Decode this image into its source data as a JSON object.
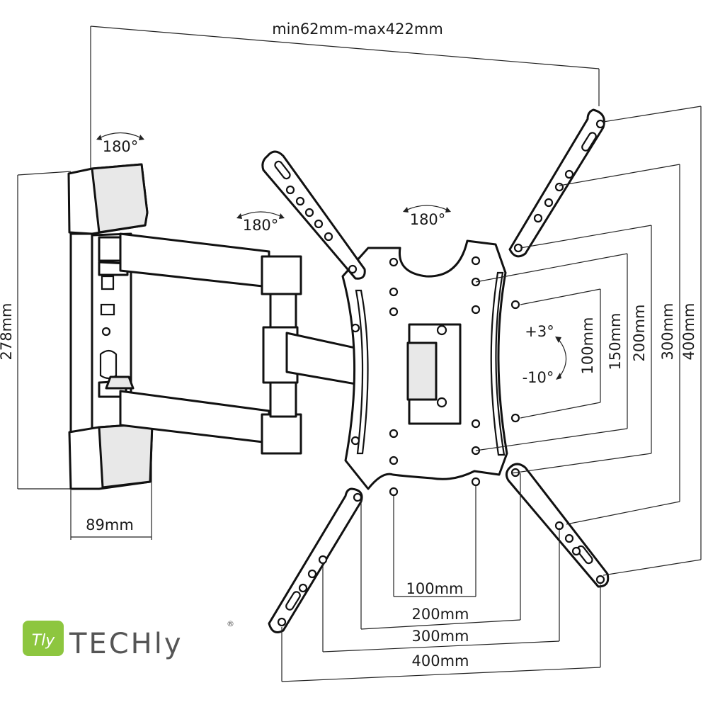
{
  "diagram": {
    "arm_extension": "min62mm-max422mm",
    "wall_plate_height": "278mm",
    "wall_plate_depth": "89mm",
    "rotation_labels": [
      "180°",
      "180°",
      "180°"
    ],
    "tilt_up": "+3°",
    "tilt_down": "-10°",
    "vesa_vertical": [
      "100mm",
      "150mm",
      "200mm",
      "300mm",
      "400mm"
    ],
    "vesa_horizontal": [
      "100mm",
      "200mm",
      "300mm",
      "400mm"
    ]
  },
  "brand": {
    "logo_mark": "Tly",
    "name": "TECHly",
    "registered": "®",
    "color": "#8dc63f"
  }
}
